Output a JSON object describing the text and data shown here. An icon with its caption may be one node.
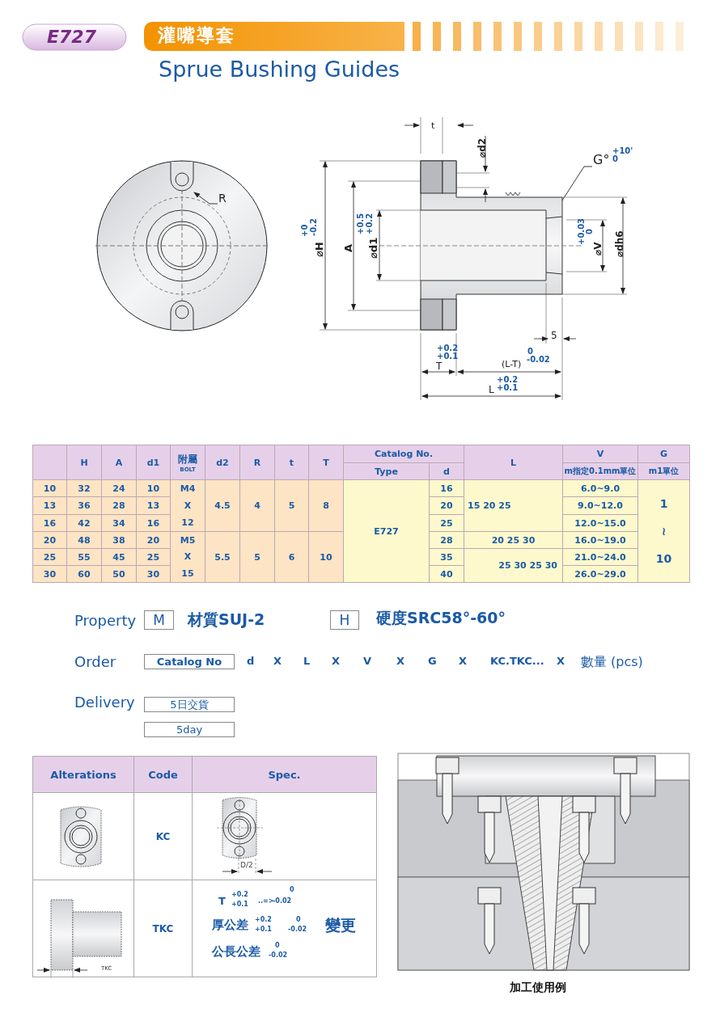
{
  "diagram": {
    "title": "灌嘴導套",
    "nodes": [
      {
        "text": [
          "R"
        ]
      },
      {
        "text": [
          "G°"
        ],
        "beside": [
          "+10'",
          "0"
        ]
      }
    ],
    "edges": [
      {
        "from": 0,
        "to": null,
        "arrow": "to"
      },
      {
        "from": 1,
        "to": null,
        "arrow": "to"
      }
    ],
    "labels": [
      "E727",
      "Sprue Bushing Guides",
      "t",
      "⌀d2",
      "⌀H",
      "+0",
      "-0.2",
      "A",
      "⌀d1",
      "+0.5",
      "+0.2",
      "+0.03",
      "0",
      "⌀V",
      "⌀dh6",
      "5",
      "+0.2",
      "+0.1",
      "T",
      "(L-T)",
      "0",
      "-0.02",
      "L",
      "+0.2",
      "+0.1",
      "H",
      "A",
      "d1",
      "附屬",
      "BOLT",
      "d2",
      "R",
      "t",
      "T",
      "Catalog No.",
      "L",
      "V",
      "G",
      "Type",
      "d",
      "m指定0.1mm單位",
      "m1單位",
      "10",
      "32",
      "24",
      "10",
      "M4",
      "X",
      "12",
      "4.5",
      "4",
      "5",
      "8",
      "E727",
      "16",
      "15  20  25",
      "6.0~9.0",
      "1",
      "≀",
      "10",
      "13",
      "36",
      "28",
      "13",
      "20",
      "9.0~12.0",
      "16",
      "42",
      "34",
      "16",
      "25",
      "12.0~15.0",
      "20",
      "48",
      "38",
      "20",
      "M5",
      "X",
      "15",
      "5.5",
      "5",
      "6",
      "10",
      "28",
      "20  25  30",
      "16.0~19.0",
      "25",
      "55",
      "45",
      "25",
      "35",
      "25  30  25  30",
      "21.0~24.0",
      "30",
      "60",
      "50",
      "30",
      "40",
      "26.0~29.0",
      "Property",
      "M",
      "材質SUJ-2",
      "H",
      "硬度SRC58°-60°",
      "Order",
      "Catalog No",
      "d",
      "X",
      "L",
      "X",
      "V",
      "X",
      "G",
      "X",
      "KC.TKC...",
      "X",
      "數量 (pcs)",
      "Delivery",
      "5日交貨",
      "5day",
      "Alterations",
      "Code",
      "Spec.",
      "KC",
      "D/2",
      "TKC",
      "T",
      "+0.2",
      "+0.1",
      "..=>",
      "0",
      "-0.02",
      "厚公差",
      "+0.2",
      "+0.1",
      "0",
      "-0.02",
      "變更",
      "公長公差",
      "0",
      "-0.02",
      "TKC",
      "加工使用例"
    ]
  }
}
